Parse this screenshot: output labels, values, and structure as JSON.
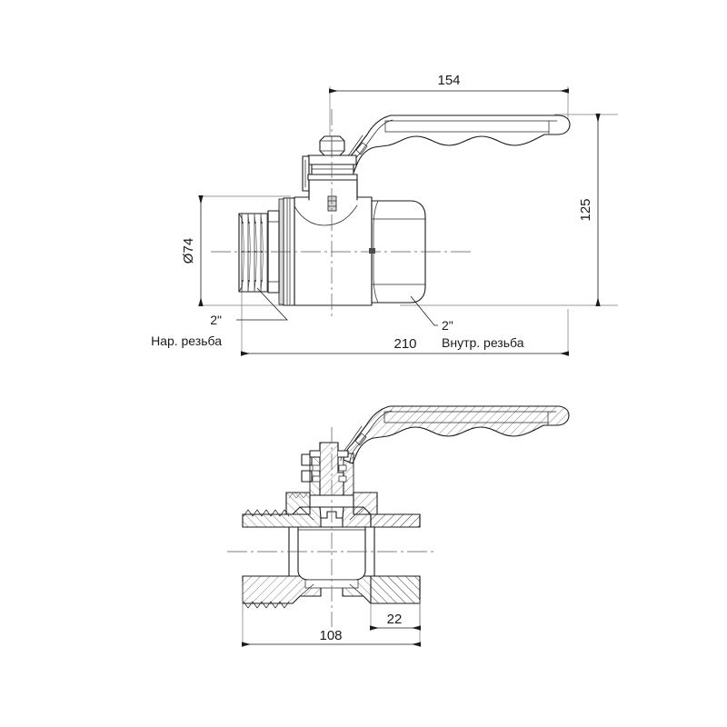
{
  "drawing": {
    "title": "Ball valve technical drawing",
    "units": "mm",
    "line_color": "#1a1a1a",
    "background_color": "#ffffff",
    "views": [
      {
        "name": "elevation-view",
        "label": "",
        "position": "top"
      },
      {
        "name": "section-view",
        "label": "",
        "position": "bottom"
      }
    ]
  },
  "dimensions": {
    "handle_length": "154",
    "overall_height": "125",
    "body_diameter": "Ø74",
    "overall_length": "210",
    "section_length": "108",
    "section_socket": "22"
  },
  "annotations": {
    "male_thread_size": "2\"",
    "male_thread_label": "Нар. резьба",
    "female_thread_size": "2\"",
    "female_thread_label": "Внутр. резьба"
  }
}
